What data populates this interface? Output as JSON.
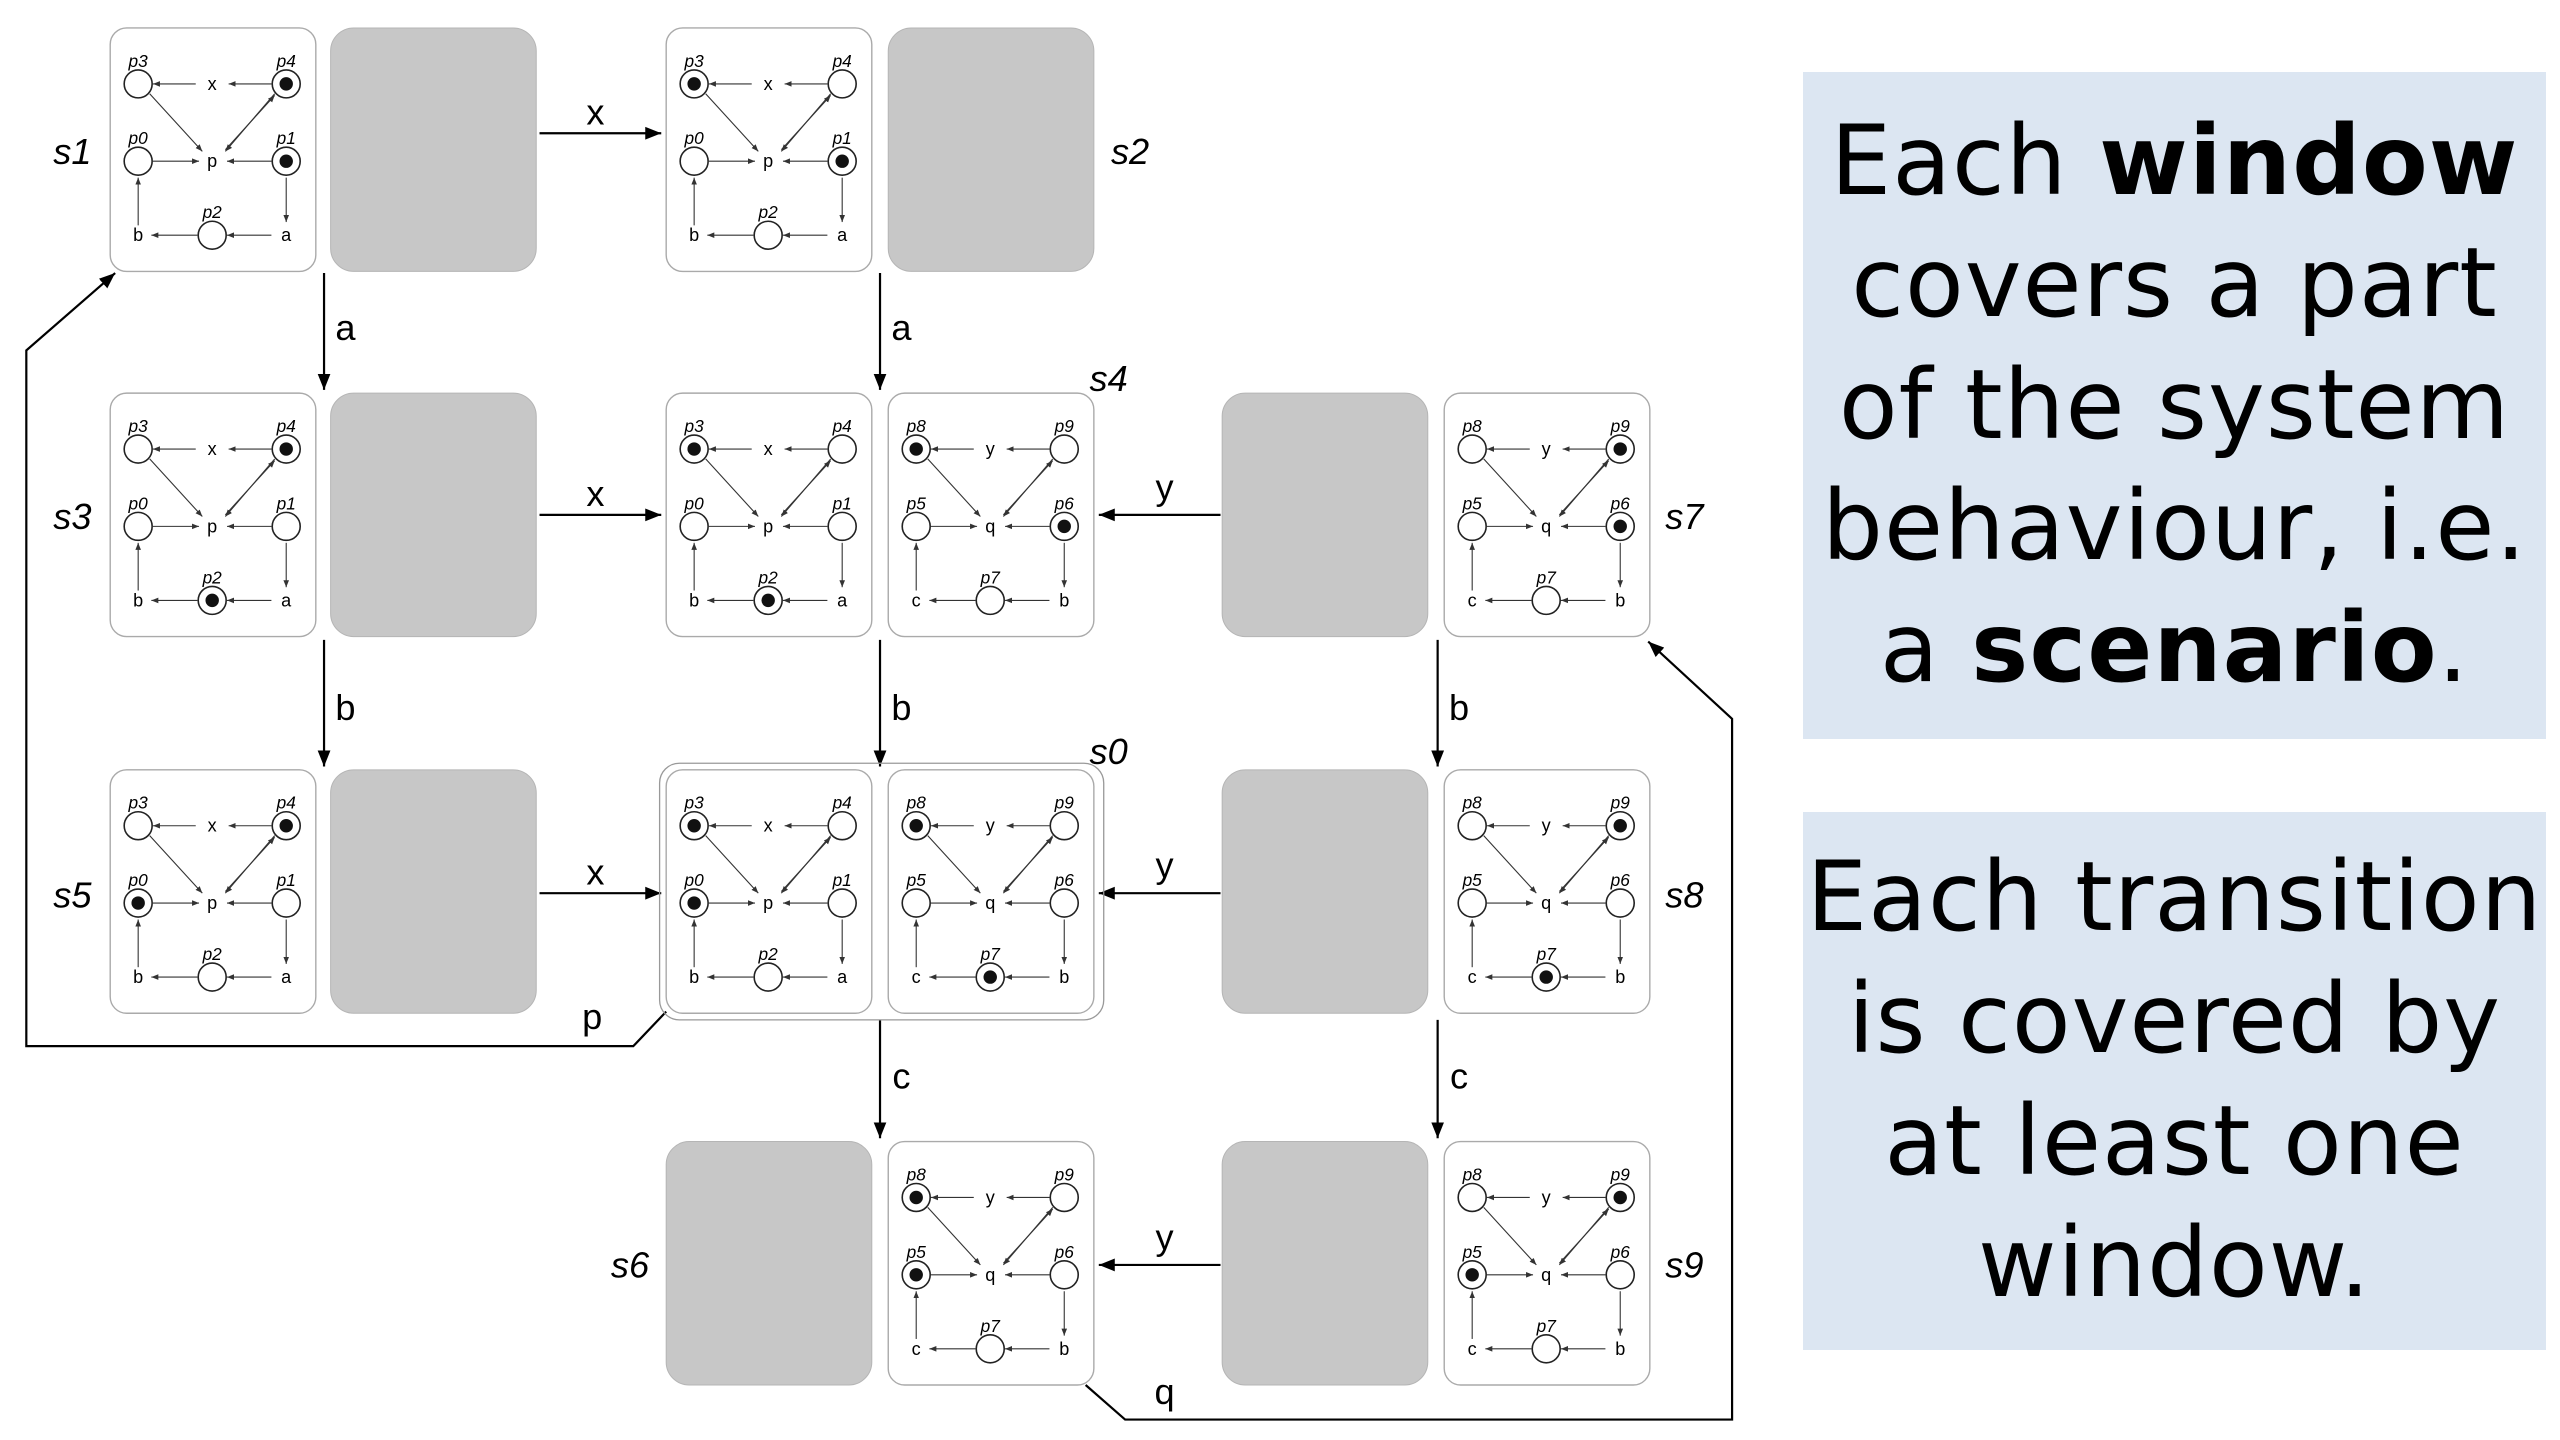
{
  "diagram": {
    "states": [
      {
        "id": "s1",
        "label": "s1"
      },
      {
        "id": "s2",
        "label": "s2"
      },
      {
        "id": "s3",
        "label": "s3"
      },
      {
        "id": "s4",
        "label": "s4"
      },
      {
        "id": "s5",
        "label": "s5"
      },
      {
        "id": "s0",
        "label": "s0"
      },
      {
        "id": "s6",
        "label": "s6"
      },
      {
        "id": "s7",
        "label": "s7"
      },
      {
        "id": "s8",
        "label": "s8"
      },
      {
        "id": "s9",
        "label": "s9"
      }
    ],
    "transitions": [
      {
        "from": "s1",
        "to": "s2",
        "label": "x"
      },
      {
        "from": "s1",
        "to": "s3",
        "label": "a"
      },
      {
        "from": "s2",
        "to": "s4",
        "label": "a"
      },
      {
        "from": "s3",
        "to": "s4",
        "label": "x"
      },
      {
        "from": "s7",
        "to": "s4",
        "label": "y"
      },
      {
        "from": "s3",
        "to": "s5",
        "label": "b"
      },
      {
        "from": "s4",
        "to": "s0",
        "label": "b"
      },
      {
        "from": "s7",
        "to": "s8",
        "label": "b"
      },
      {
        "from": "s5",
        "to": "s0",
        "label": "x"
      },
      {
        "from": "s8",
        "to": "s0",
        "label": "y"
      },
      {
        "from": "s0",
        "to": "s1",
        "label": "p"
      },
      {
        "from": "s0",
        "to": "s6",
        "label": "c"
      },
      {
        "from": "s8",
        "to": "s9",
        "label": "c"
      },
      {
        "from": "s9",
        "to": "s6",
        "label": "y"
      },
      {
        "from": "s6",
        "to": "s7",
        "label": "q"
      }
    ],
    "net_left": {
      "places": [
        "p3",
        "p4",
        "p0",
        "p1",
        "p2"
      ],
      "transitions": [
        "x",
        "p",
        "b",
        "a"
      ]
    },
    "net_right": {
      "places": [
        "p8",
        "p9",
        "p5",
        "p6",
        "p7"
      ],
      "transitions": [
        "y",
        "q",
        "c",
        "b"
      ]
    },
    "markings": {
      "s1": [
        "p4",
        "p1"
      ],
      "s2": [
        "p3",
        "p1"
      ],
      "s3": [
        "p4",
        "p2"
      ],
      "s4_left": [
        "p3",
        "p2"
      ],
      "s4_right": [
        "p8",
        "p6"
      ],
      "s5": [
        "p4",
        "p0"
      ],
      "s0_left": [
        "p3",
        "p0"
      ],
      "s0_right": [
        "p8",
        "p7"
      ],
      "s6": [
        "p8",
        "p5"
      ],
      "s7": [
        "p9",
        "p6"
      ],
      "s8": [
        "p9",
        "p7"
      ],
      "s9": [
        "p9",
        "p5"
      ]
    }
  },
  "notes": {
    "note1": {
      "line1_prefix": "Each ",
      "line1_bold": "window",
      "line2": "covers a part",
      "line3": "of the system",
      "line4": "behaviour, i.e.",
      "line5_prefix": "a ",
      "line5_bold": "scenario",
      "line5_suffix": "."
    },
    "note2": {
      "line1": "Each transition",
      "line2": "is covered by",
      "line3": "at least one",
      "line4": "window."
    }
  }
}
